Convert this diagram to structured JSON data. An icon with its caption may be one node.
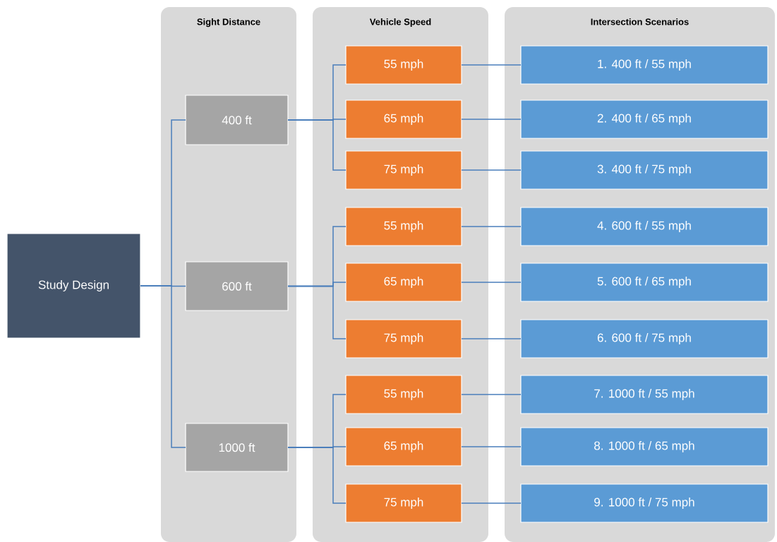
{
  "diagram": {
    "nodes": [
      {
        "text": [
          "Study Design"
        ]
      },
      {
        "text": [
          "Sight Distance"
        ]
      },
      {
        "text": [
          "400 ft"
        ],
        "in": 1
      },
      {
        "text": [
          "600 ft"
        ],
        "in": 1
      },
      {
        "text": [
          "1000 ft"
        ],
        "in": 1
      },
      {
        "text": [
          "Vehicle Speed"
        ]
      },
      {
        "text": [
          "55 mph"
        ],
        "in": 5
      },
      {
        "text": [
          "65 mph"
        ],
        "in": 5
      },
      {
        "text": [
          "75 mph"
        ],
        "in": 5
      },
      {
        "text": [
          "55 mph"
        ],
        "in": 5
      },
      {
        "text": [
          "65 mph"
        ],
        "in": 5
      },
      {
        "text": [
          "75 mph"
        ],
        "in": 5
      },
      {
        "text": [
          "55 mph"
        ],
        "in": 5
      },
      {
        "text": [
          "65 mph"
        ],
        "in": 5
      },
      {
        "text": [
          "75 mph"
        ],
        "in": 5
      },
      {
        "text": [
          "Intersection Scenarios"
        ]
      },
      {
        "text": [
          "1. 400 ft / 55 mph"
        ],
        "in": 15
      },
      {
        "text": [
          "2. 400 ft / 65 mph"
        ],
        "in": 15
      },
      {
        "text": [
          "3. 400 ft / 75 mph"
        ],
        "in": 15
      },
      {
        "text": [
          "4. 600 ft / 55 mph"
        ],
        "in": 15
      },
      {
        "text": [
          "5. 600 ft / 65 mph"
        ],
        "in": 15
      },
      {
        "text": [
          "6. 600 ft / 75 mph"
        ],
        "in": 15
      },
      {
        "text": [
          "7. 1000 ft / 55 mph"
        ],
        "in": 15
      },
      {
        "text": [
          "8. 1000 ft / 65 mph"
        ],
        "in": 15
      },
      {
        "text": [
          "9. 1000 ft / 75 mph"
        ],
        "in": 15
      }
    ],
    "edges": [
      {
        "from": 0,
        "to": 2,
        "arrow": "none"
      },
      {
        "from": 0,
        "to": 3,
        "arrow": "none"
      },
      {
        "from": 0,
        "to": 4,
        "arrow": "none"
      },
      {
        "from": 2,
        "to": 6,
        "arrow": "none"
      },
      {
        "from": 2,
        "to": 7,
        "arrow": "none"
      },
      {
        "from": 2,
        "to": 8,
        "arrow": "none"
      },
      {
        "from": 3,
        "to": 9,
        "arrow": "none"
      },
      {
        "from": 3,
        "to": 10,
        "arrow": "none"
      },
      {
        "from": 3,
        "to": 11,
        "arrow": "none"
      },
      {
        "from": 4,
        "to": 12,
        "arrow": "none"
      },
      {
        "from": 4,
        "to": 13,
        "arrow": "none"
      },
      {
        "from": 4,
        "to": 14,
        "arrow": "none"
      },
      {
        "from": 6,
        "to": 16,
        "arrow": "none"
      },
      {
        "from": 7,
        "to": 17,
        "arrow": "none"
      },
      {
        "from": 8,
        "to": 18,
        "arrow": "none"
      },
      {
        "from": 9,
        "to": 19,
        "arrow": "none"
      },
      {
        "from": 10,
        "to": 20,
        "arrow": "none"
      },
      {
        "from": 11,
        "to": 21,
        "arrow": "none"
      },
      {
        "from": 12,
        "to": 22,
        "arrow": "none"
      },
      {
        "from": 13,
        "to": 23,
        "arrow": "none"
      },
      {
        "from": 14,
        "to": 24,
        "arrow": "none"
      }
    ]
  }
}
